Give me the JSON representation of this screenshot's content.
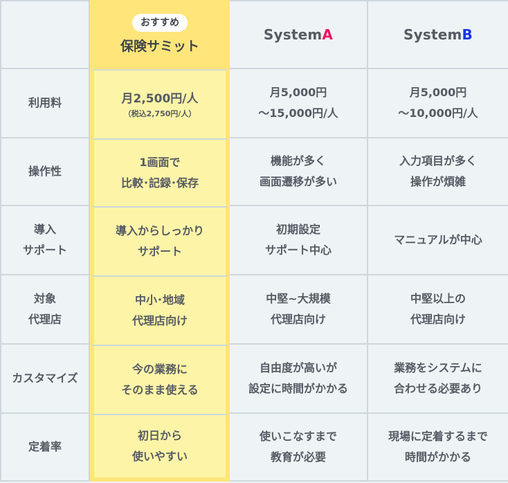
{
  "header": {
    "highlight": {
      "badge": "おすすめ",
      "name": "保険サミット"
    },
    "system_a": {
      "prefix": "System",
      "suffix": "A",
      "suffix_color": "#ee1560"
    },
    "system_b": {
      "prefix": "System",
      "suffix": "B",
      "suffix_color": "#1a35e6"
    }
  },
  "colors": {
    "background": "#eef3f6",
    "grid_line": "#cdd7dc",
    "highlight_frame": "#ffe57a",
    "highlight_cell": "#fef4a8",
    "text": "#555b63"
  },
  "rows": [
    {
      "label": "利用料",
      "highlight": {
        "main": "月2,500円/人",
        "sub": "（税込2,750円/人）"
      },
      "system_a": "月5,000円\n〜15,000円/人",
      "system_b": "月5,000円\n〜10,000円/人"
    },
    {
      "label": "操作性",
      "highlight": {
        "main": "1画面で\n比較･記録･保存"
      },
      "system_a": "機能が多く\n画面遷移が多い",
      "system_b": "入力項目が多く\n操作が煩雑"
    },
    {
      "label": "導入\nサポート",
      "highlight": {
        "main": "導入からしっかり\nサポート"
      },
      "system_a": "初期設定\nサポート中心",
      "system_b": "マニュアルが中心"
    },
    {
      "label": "対象\n代理店",
      "highlight": {
        "main": "中小･地域\n代理店向け"
      },
      "system_a": "中堅~大規模\n代理店向け",
      "system_b": "中堅以上の\n代理店向け"
    },
    {
      "label": "カスタマイズ",
      "highlight": {
        "main": "今の業務に\nそのまま使える"
      },
      "system_a": "自由度が高いが\n設定に時間がかかる",
      "system_b": "業務をシステムに\n合わせる必要あり"
    },
    {
      "label": "定着率",
      "highlight": {
        "main": "初日から\n使いやすい"
      },
      "system_a": "使いこなすまで\n教育が必要",
      "system_b": "現場に定着するまで\n時間がかかる"
    }
  ]
}
